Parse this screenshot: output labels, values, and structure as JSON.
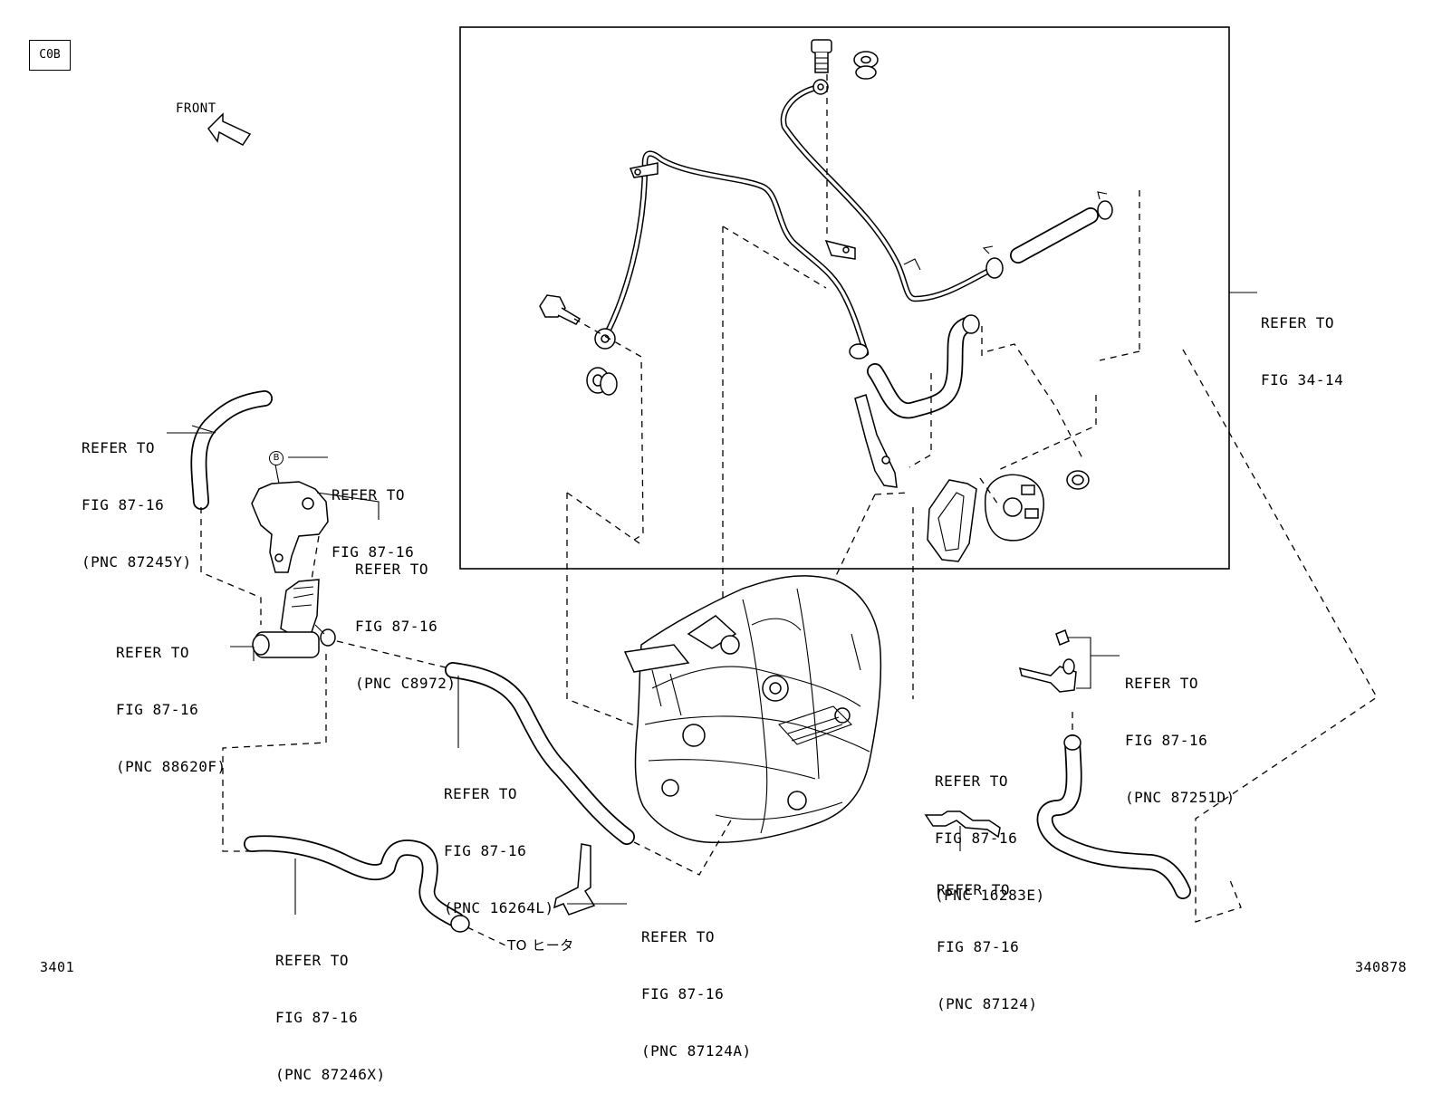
{
  "diagram_code": "C0B",
  "orientation": {
    "label": "FRONT",
    "arrow_icon": "front-arrow-icon"
  },
  "callouts": {
    "fig_34_14": [
      "REFER TO",
      "FIG 34-14"
    ],
    "pnc_87245Y": [
      "REFER TO",
      "FIG 87-16",
      "(PNC 87245Y)"
    ],
    "marker_b": {
      "letter": "B",
      "lines": [
        "REFER TO",
        "FIG 87-16"
      ]
    },
    "pnc_C8972": [
      "REFER TO",
      "FIG 87-16",
      "(PNC C8972)"
    ],
    "pnc_88620F": [
      "REFER TO",
      "FIG 87-16",
      "(PNC 88620F)"
    ],
    "pnc_16264L": [
      "REFER TO",
      "FIG 87-16",
      "(PNC 16264L)"
    ],
    "pnc_87246X": [
      "REFER TO",
      "FIG 87-16",
      "(PNC 87246X)"
    ],
    "pnc_87124A": [
      "REFER TO",
      "FIG 87-16",
      "(PNC 87124A)"
    ],
    "pnc_87251D": [
      "REFER TO",
      "FIG 87-16",
      "(PNC 87251D)"
    ],
    "pnc_16283E": [
      "REFER TO",
      "FIG 87-16",
      "(PNC 16283E)"
    ],
    "pnc_87124": [
      "REFER TO",
      "FIG 87-16",
      "(PNC 87124)"
    ]
  },
  "to_heater_note": "TO ヒータ",
  "footer": {
    "left_code": "3401",
    "right_code": "340878"
  }
}
